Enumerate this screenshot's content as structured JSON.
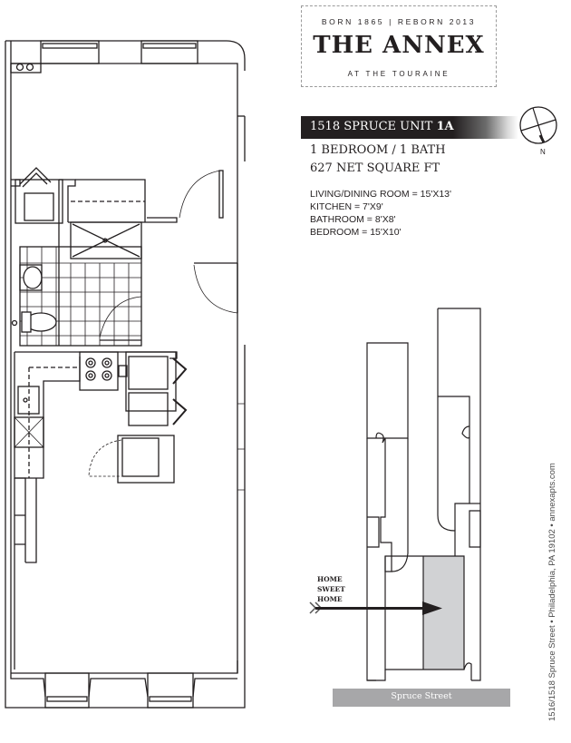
{
  "logo": {
    "tagline": "BORN 1865 | REBORN 2013",
    "name": "THE ANNEX",
    "subtitle": "AT THE TOURAINE"
  },
  "unit": {
    "address_label": "1518 SPRUCE UNIT",
    "unit_number": "1A",
    "layout": "1 BEDROOM / 1 BATH",
    "area": "627 NET SQUARE FT"
  },
  "rooms": [
    {
      "label": "LIVING/DINING ROOM = 15'X13'"
    },
    {
      "label": "KITCHEN = 7'X9'"
    },
    {
      "label": "BATHROOM = 8'X8'"
    },
    {
      "label": "BEDROOM = 15'X10'"
    }
  ],
  "compass": {
    "north_label": "N",
    "icon": "compass-rose-icon"
  },
  "key_plan": {
    "marker_lines": [
      "HOME",
      "SWEET",
      "HOME"
    ],
    "street_label": "Spruce Street",
    "highlight_color": "#d1d2d4",
    "street_bar_color": "#a7a7a9"
  },
  "footer": {
    "address_line": "1516/1518 Spruce Street • Philadelphia, PA 19102 • annexapts.com"
  },
  "colors": {
    "ink": "#231f20",
    "header_bar": "#231f20"
  }
}
